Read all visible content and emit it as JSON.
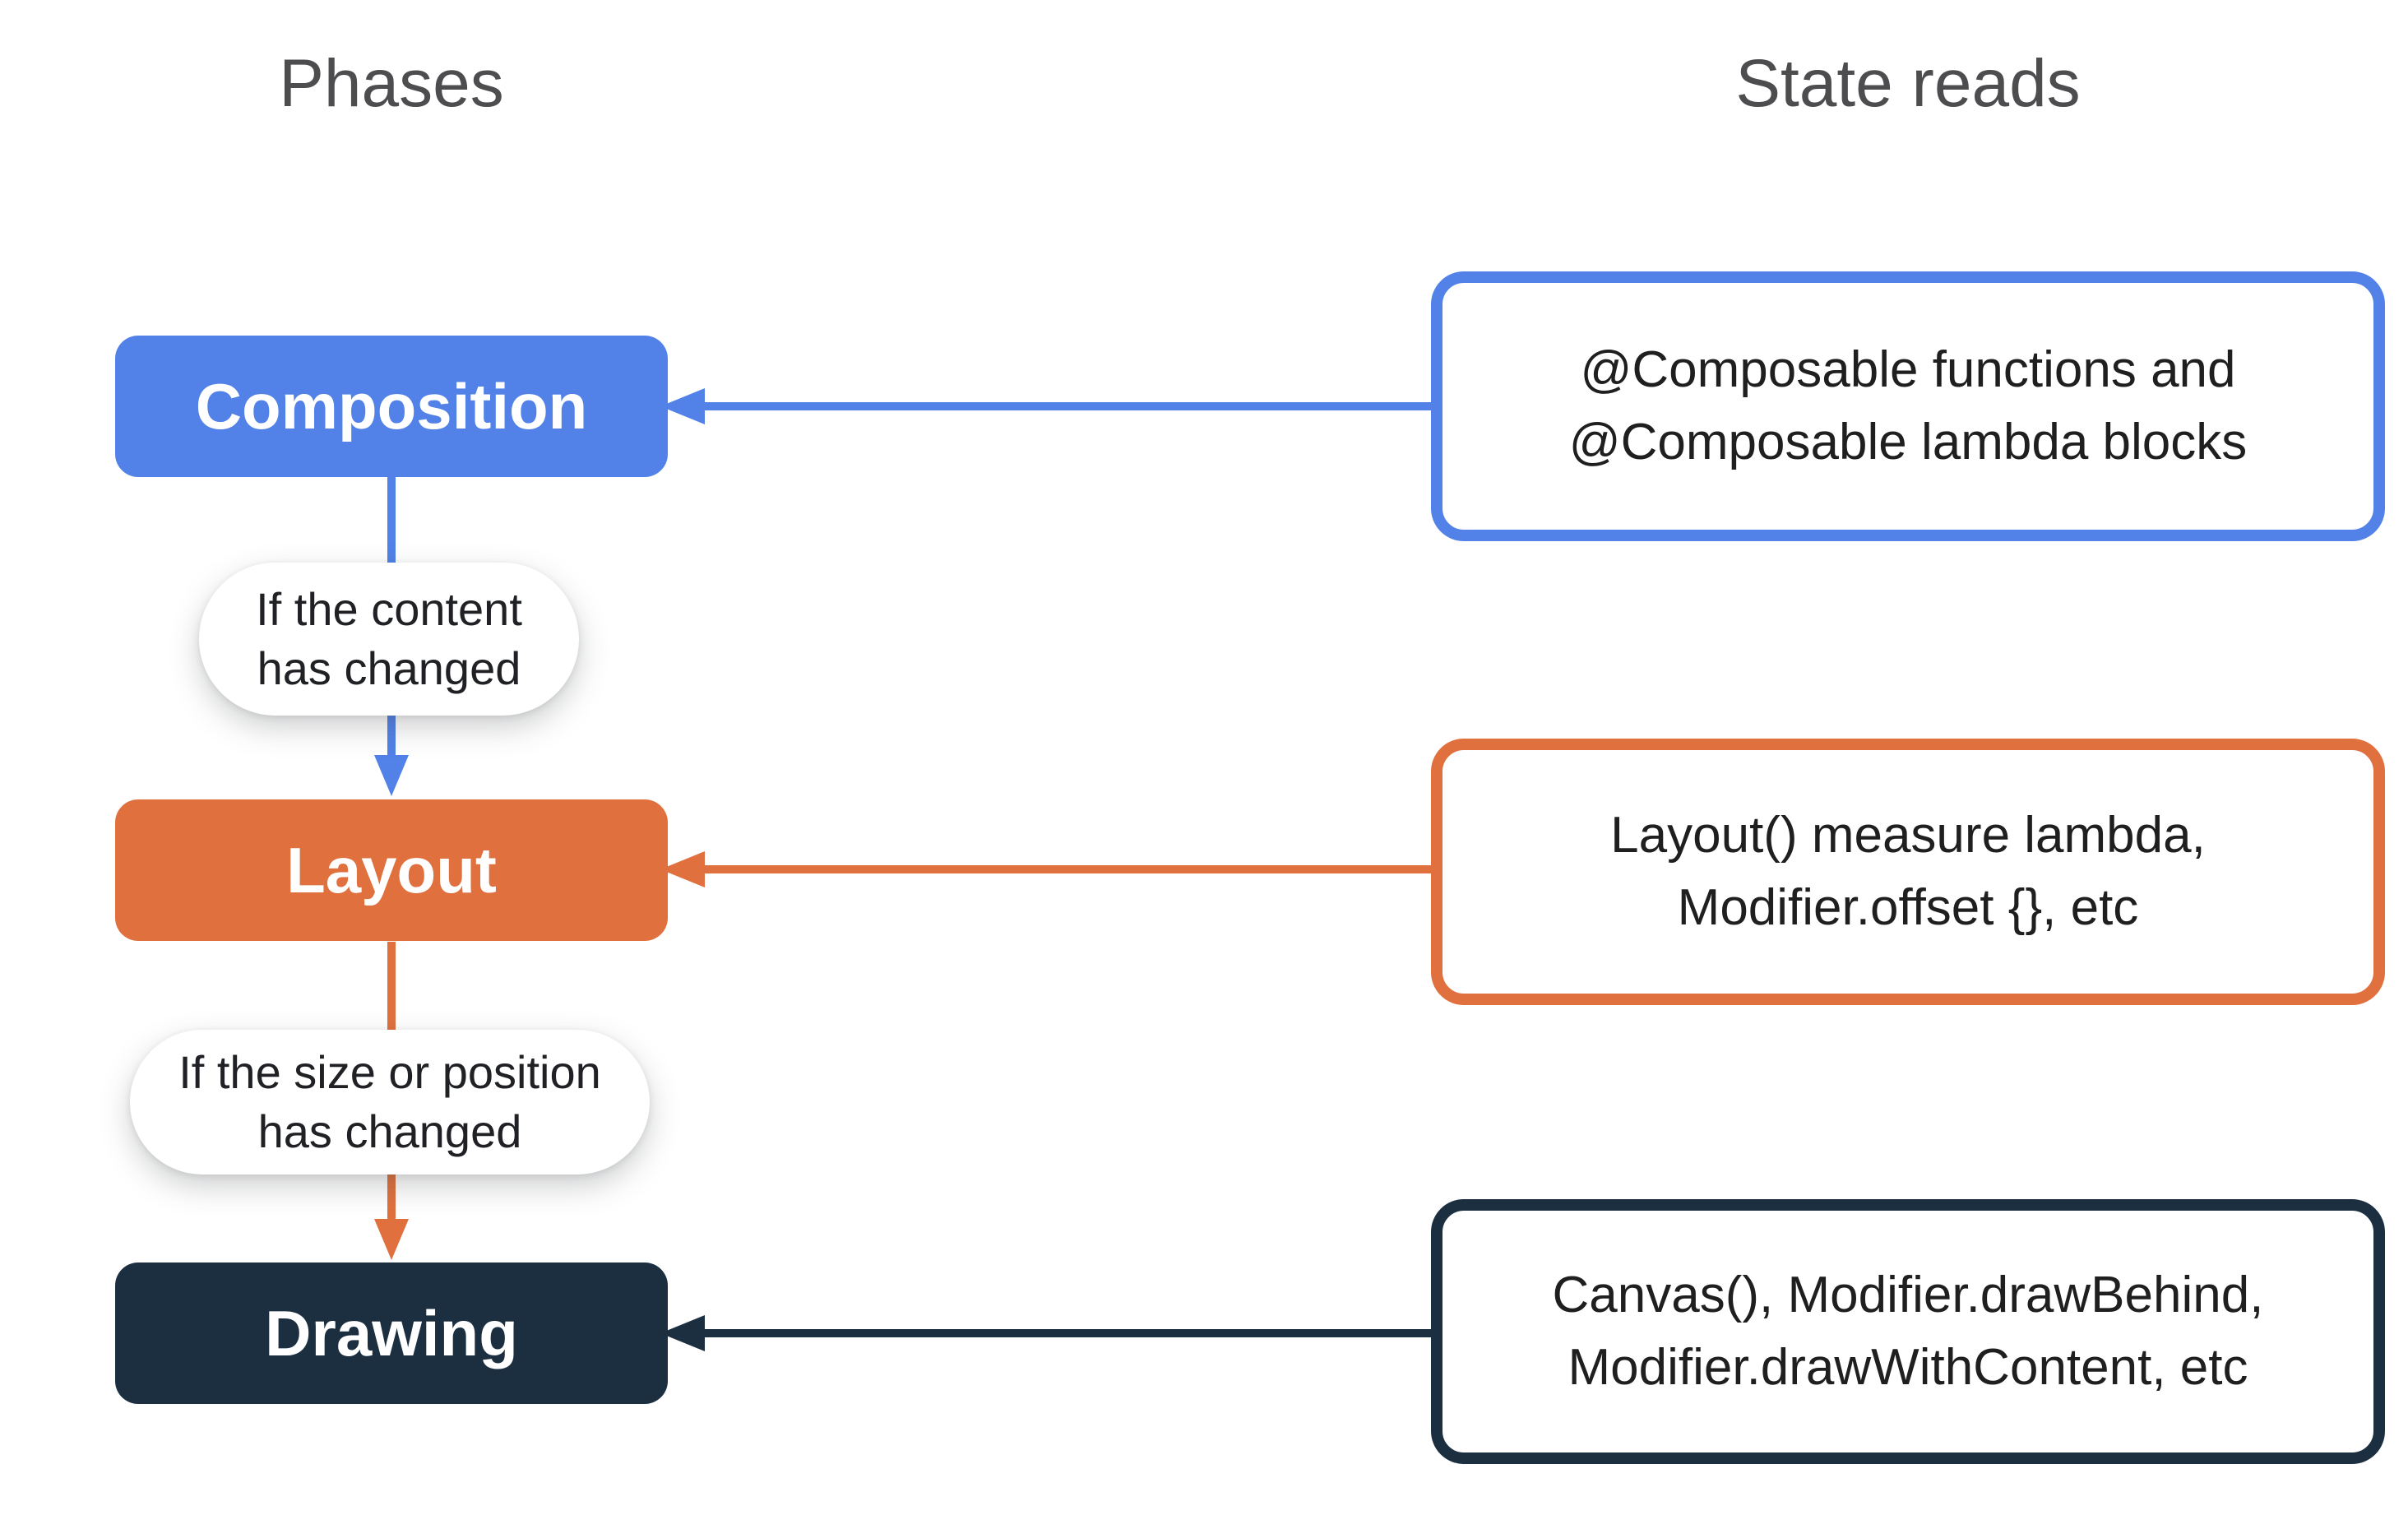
{
  "titles": {
    "left": "Phases",
    "right": "State reads"
  },
  "phases": [
    {
      "id": "composition",
      "label": "Composition",
      "color": "#5282e8"
    },
    {
      "id": "layout",
      "label": "Layout",
      "color": "#e0713e"
    },
    {
      "id": "drawing",
      "label": "Drawing",
      "color": "#1c2f40"
    }
  ],
  "conditions": [
    {
      "line1": "If the content",
      "line2": "has changed"
    },
    {
      "line1": "If the size or position",
      "line2": "has changed"
    }
  ],
  "state_reads": [
    {
      "line1": "@Composable functions and",
      "line2": "@Composable lambda blocks",
      "border_color": "#5282e8"
    },
    {
      "line1": "Layout() measure lambda,",
      "line2": "Modifier.offset {}, etc",
      "border_color": "#e0713e"
    },
    {
      "line1": "Canvas(), Modifier.drawBehind,",
      "line2": "Modifier.drawWithContent, etc",
      "border_color": "#1c2f40"
    }
  ],
  "colors": {
    "background": "#ffffff",
    "title_text": "#4d4d50",
    "phase_label_text": "#ffffff",
    "pill_text": "#202124",
    "reads_text": "#1f1f1f",
    "composition_blue": "#5282e8",
    "layout_orange": "#e0713e",
    "drawing_navy": "#1c2f40"
  }
}
